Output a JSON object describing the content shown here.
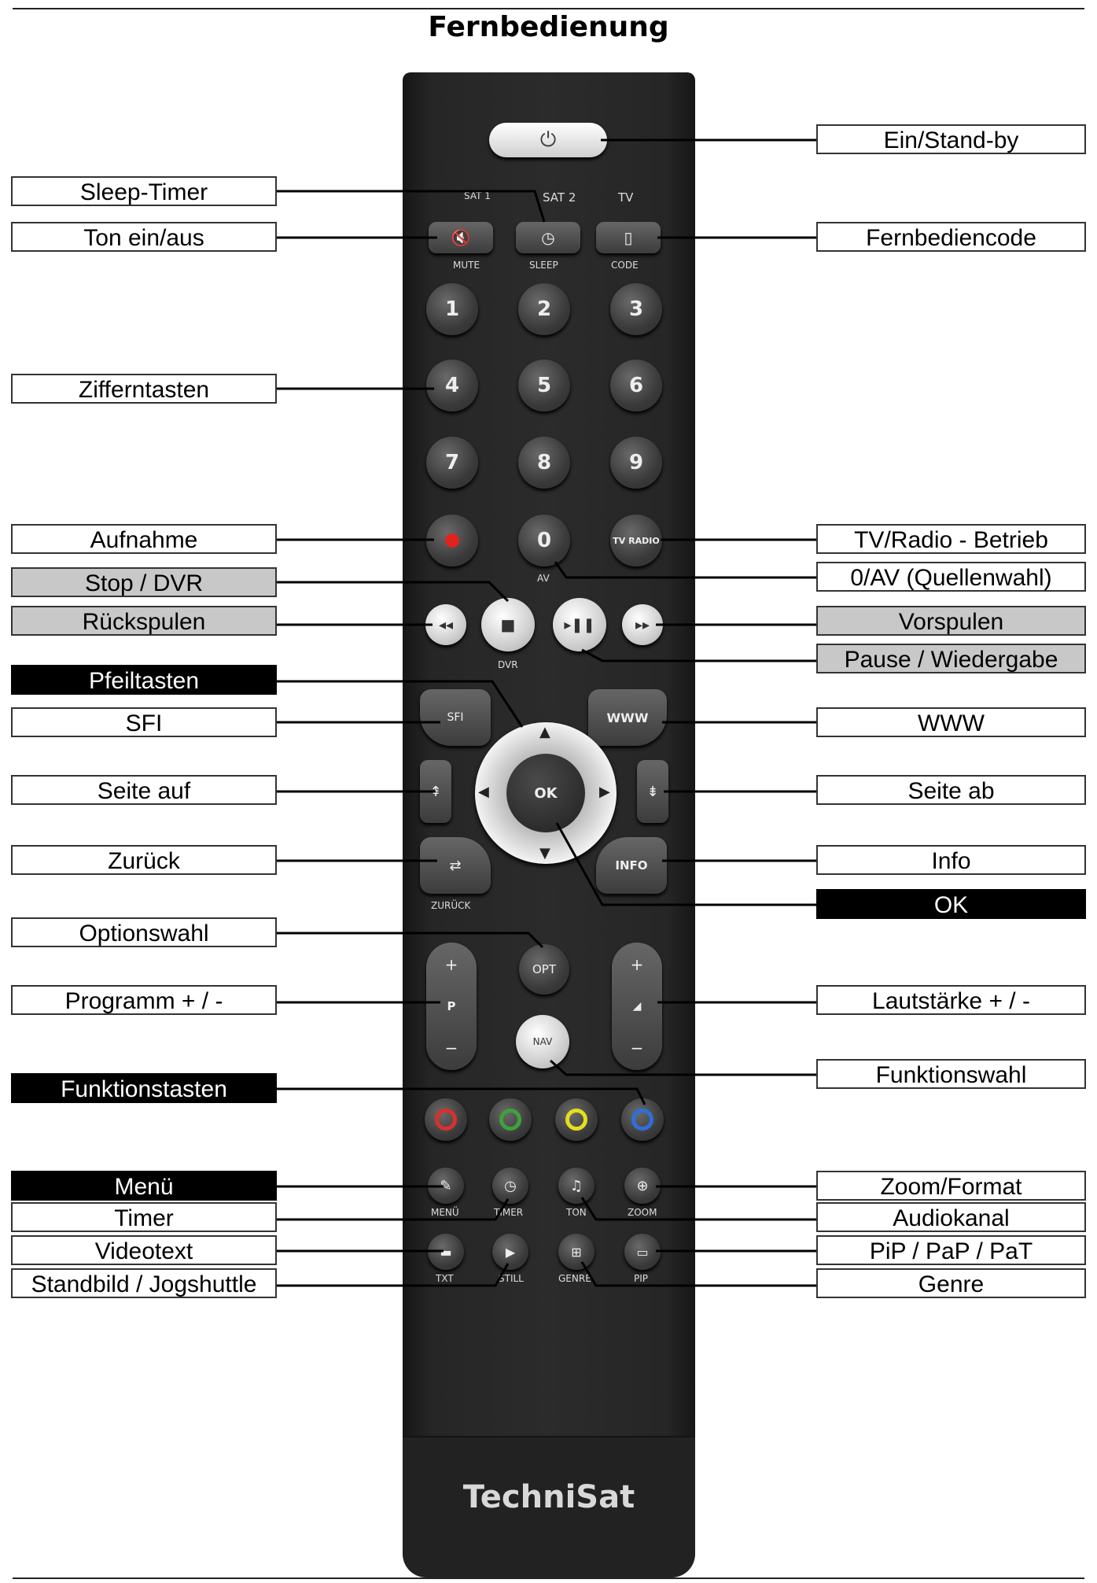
{
  "title": "Fernbedienung",
  "brand": "TechniSat",
  "labels_left": [
    {
      "id": "sleep-timer",
      "text": "Sleep-Timer",
      "style": "white"
    },
    {
      "id": "mute",
      "text": "Ton ein/aus",
      "style": "white"
    },
    {
      "id": "digits",
      "text": "Zifferntasten",
      "style": "white"
    },
    {
      "id": "record",
      "text": "Aufnahme",
      "style": "white"
    },
    {
      "id": "stop",
      "text": "Stop / DVR",
      "style": "grey"
    },
    {
      "id": "rewind",
      "text": "Rückspulen",
      "style": "grey"
    },
    {
      "id": "arrows",
      "text": "Pfeiltasten",
      "style": "black"
    },
    {
      "id": "sfi",
      "text": "SFI",
      "style": "white"
    },
    {
      "id": "page-up",
      "text": "Seite auf",
      "style": "white"
    },
    {
      "id": "back",
      "text": "Zurück",
      "style": "white"
    },
    {
      "id": "options",
      "text": "Optionswahl",
      "style": "white"
    },
    {
      "id": "program",
      "text": "Programm + / -",
      "style": "white"
    },
    {
      "id": "function-keys",
      "text": "Funktionstasten",
      "style": "black"
    },
    {
      "id": "menu",
      "text": "Menü",
      "style": "black"
    },
    {
      "id": "timer",
      "text": "Timer",
      "style": "white"
    },
    {
      "id": "videotext",
      "text": "Videotext",
      "style": "white"
    },
    {
      "id": "still",
      "text": "Standbild / Jogshuttle",
      "style": "white"
    }
  ],
  "labels_right": [
    {
      "id": "power",
      "text": "Ein/Stand-by",
      "style": "white"
    },
    {
      "id": "code",
      "text": "Fernbediencode",
      "style": "white"
    },
    {
      "id": "tv-radio",
      "text": "TV/Radio - Betrieb",
      "style": "white"
    },
    {
      "id": "av",
      "text": "0/AV (Quellenwahl)",
      "style": "white"
    },
    {
      "id": "forward",
      "text": "Vorspulen",
      "style": "grey"
    },
    {
      "id": "play-pause",
      "text": "Pause / Wiedergabe",
      "style": "grey"
    },
    {
      "id": "www",
      "text": "WWW",
      "style": "white"
    },
    {
      "id": "page-down",
      "text": "Seite ab",
      "style": "white"
    },
    {
      "id": "info",
      "text": "Info",
      "style": "white"
    },
    {
      "id": "ok",
      "text": "OK",
      "style": "black"
    },
    {
      "id": "volume",
      "text": "Lautstärke + / -",
      "style": "white"
    },
    {
      "id": "function-select",
      "text": "Funktionswahl",
      "style": "white"
    },
    {
      "id": "zoom",
      "text": "Zoom/Format",
      "style": "white"
    },
    {
      "id": "audio",
      "text": "Audiokanal",
      "style": "white"
    },
    {
      "id": "pip",
      "text": "PiP / PaP / PaT",
      "style": "white"
    },
    {
      "id": "genre",
      "text": "Genre",
      "style": "white"
    }
  ],
  "remote": {
    "sat1": "SAT 1",
    "sat2": "SAT 2",
    "tv": "TV",
    "mute": "MUTE",
    "sleep": "SLEEP",
    "code": "CODE",
    "digits": [
      "1",
      "2",
      "3",
      "4",
      "5",
      "6",
      "7",
      "8",
      "9"
    ],
    "zero": "0",
    "av": "AV",
    "tv_radio": "TV RADIO",
    "dvr": "DVR",
    "sfi": "SFI",
    "www": "WWW",
    "ok": "OK",
    "info": "INFO",
    "zurueck": "ZURÜCK",
    "opt": "OPT",
    "nav": "NAV",
    "p": "P",
    "menu": "MENÜ",
    "timer": "TIMER",
    "ton": "TON",
    "zoom": "ZOOM",
    "txt": "TXT",
    "still": "STILL",
    "genre": "GENRE",
    "pip": "PIP",
    "colors": {
      "red": "#d8302e",
      "green": "#3da23a",
      "yellow": "#e4df1c",
      "blue": "#2f6fd8"
    }
  }
}
